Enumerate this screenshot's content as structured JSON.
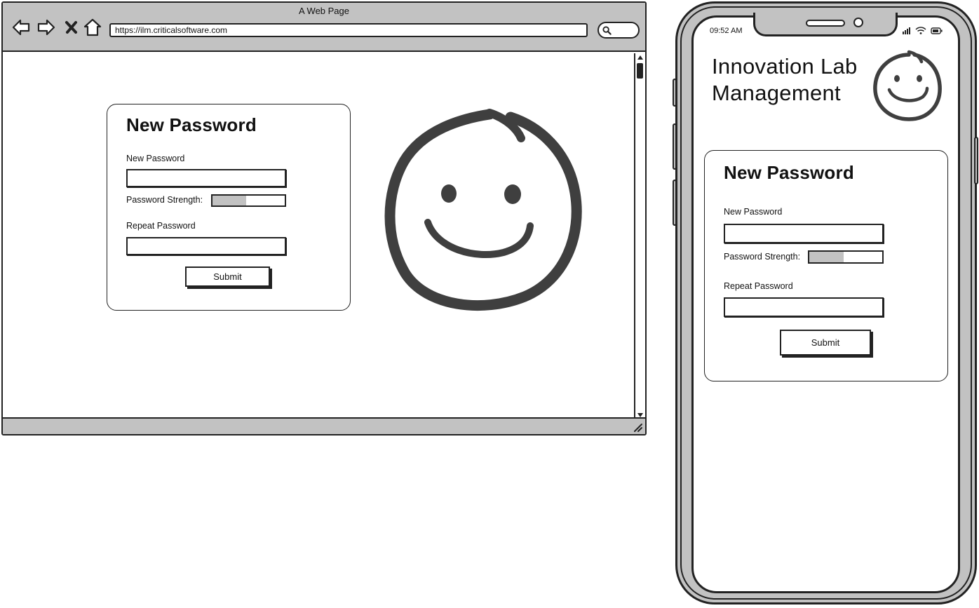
{
  "browser": {
    "title": "A Web Page",
    "url": "https://ilm.criticalsoftware.com",
    "nav_icons": [
      "back-arrow-icon",
      "forward-arrow-icon",
      "close-x-icon",
      "home-icon"
    ],
    "search_icon": "magnifier-icon"
  },
  "desktop_form": {
    "title": "New Password",
    "new_password_label": "New Password",
    "new_password_value": "",
    "strength_label": "Password Strength:",
    "strength_level": 0.47,
    "repeat_password_label": "Repeat Password",
    "repeat_password_value": "",
    "submit_label": "Submit"
  },
  "phone": {
    "status_time": "09:52 AM",
    "status_icons": [
      "signal-icon",
      "wifi-icon",
      "battery-icon"
    ],
    "app_title": "Innovation Lab Management",
    "form": {
      "title": "New Password",
      "new_password_label": "New Password",
      "new_password_value": "",
      "strength_label": "Password Strength:",
      "strength_level": 0.47,
      "repeat_password_label": "Repeat Password",
      "repeat_password_value": "",
      "submit_label": "Submit"
    }
  },
  "colors": {
    "chrome_gray": "#c2c2c2",
    "ink": "#222222",
    "logo_ink": "#3f3f3f"
  },
  "logo_icon": "smiley-face-icon"
}
